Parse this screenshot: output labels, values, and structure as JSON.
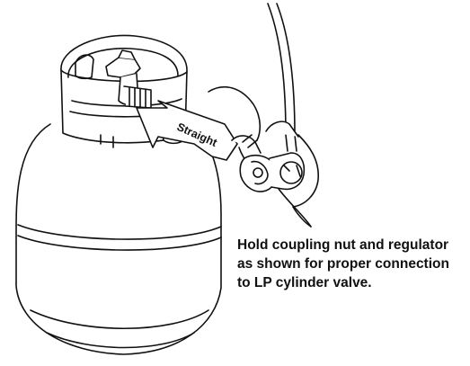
{
  "illustration": {
    "arrow_label": "Straight",
    "caption_lines": [
      "Hold coupling nut and regulator",
      "as shown for proper connection",
      "to LP cylinder valve."
    ],
    "line_color": "#111111",
    "background_color": "#ffffff"
  }
}
